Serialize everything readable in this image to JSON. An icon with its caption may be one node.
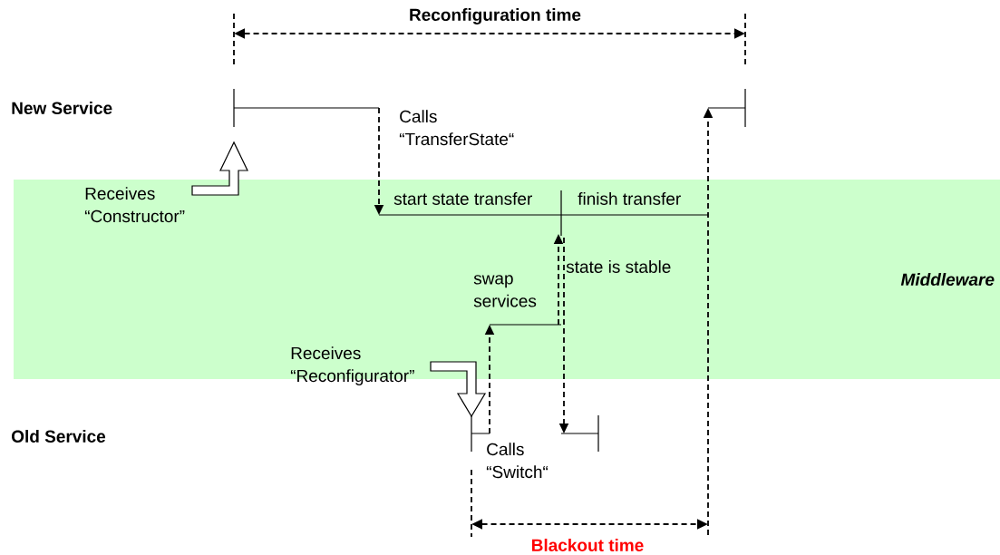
{
  "diagram": {
    "nodes": [
      {
        "text": [
          "Middleware"
        ]
      }
    ],
    "labels": [
      "Reconfiguration time",
      "New Service",
      "Calls “TransferState“",
      "Receives “Constructor”",
      "start state transfer",
      "finish transfer",
      "state is stable",
      "swap services",
      "Receives “Reconfigurator”",
      "Old Service",
      "Calls “Switch“",
      "Blackout time"
    ]
  }
}
